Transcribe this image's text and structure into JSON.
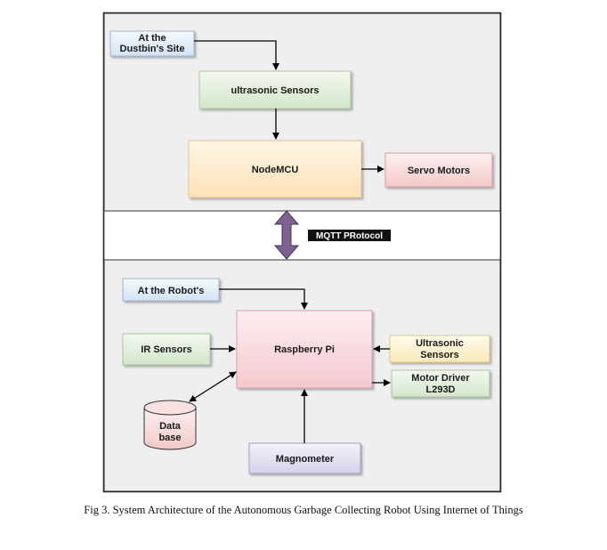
{
  "top_panel": {
    "site_label": [
      "At the",
      "Dustbin's Site"
    ],
    "ultrasonic_label": "ultrasonic Sensors",
    "nodemcu_label": "NodeMCU",
    "servo_label": "Servo Motors"
  },
  "protocol": {
    "label": "MQTT PRotocol"
  },
  "bottom_panel": {
    "robot_label": "At the Robot's",
    "ir_label": "IR Sensors",
    "raspberry_label": "Raspberry Pi",
    "ultrasonic_label": [
      "Ultrasonic",
      "Sensors"
    ],
    "motor_driver_label": [
      "Motor Driver",
      "L293D"
    ],
    "database_label": [
      "Data",
      "base"
    ],
    "magnometer_label": "Magnometer"
  },
  "caption": "Fig 3. System Architecture of the Autonomous Garbage Collecting Robot Using Internet of Things",
  "colors": {
    "panel_bg": "#efefef",
    "blue_box": "#dde9f6",
    "green_box": "#dcebd6",
    "orange_box": "#fde7c4",
    "red_box": "#f7d3d3",
    "pink_box": "#f6d0d6",
    "yellow_box": "#fbf0c8",
    "purple_box": "#e1dcef",
    "arrow_purple": "#7d6190"
  }
}
